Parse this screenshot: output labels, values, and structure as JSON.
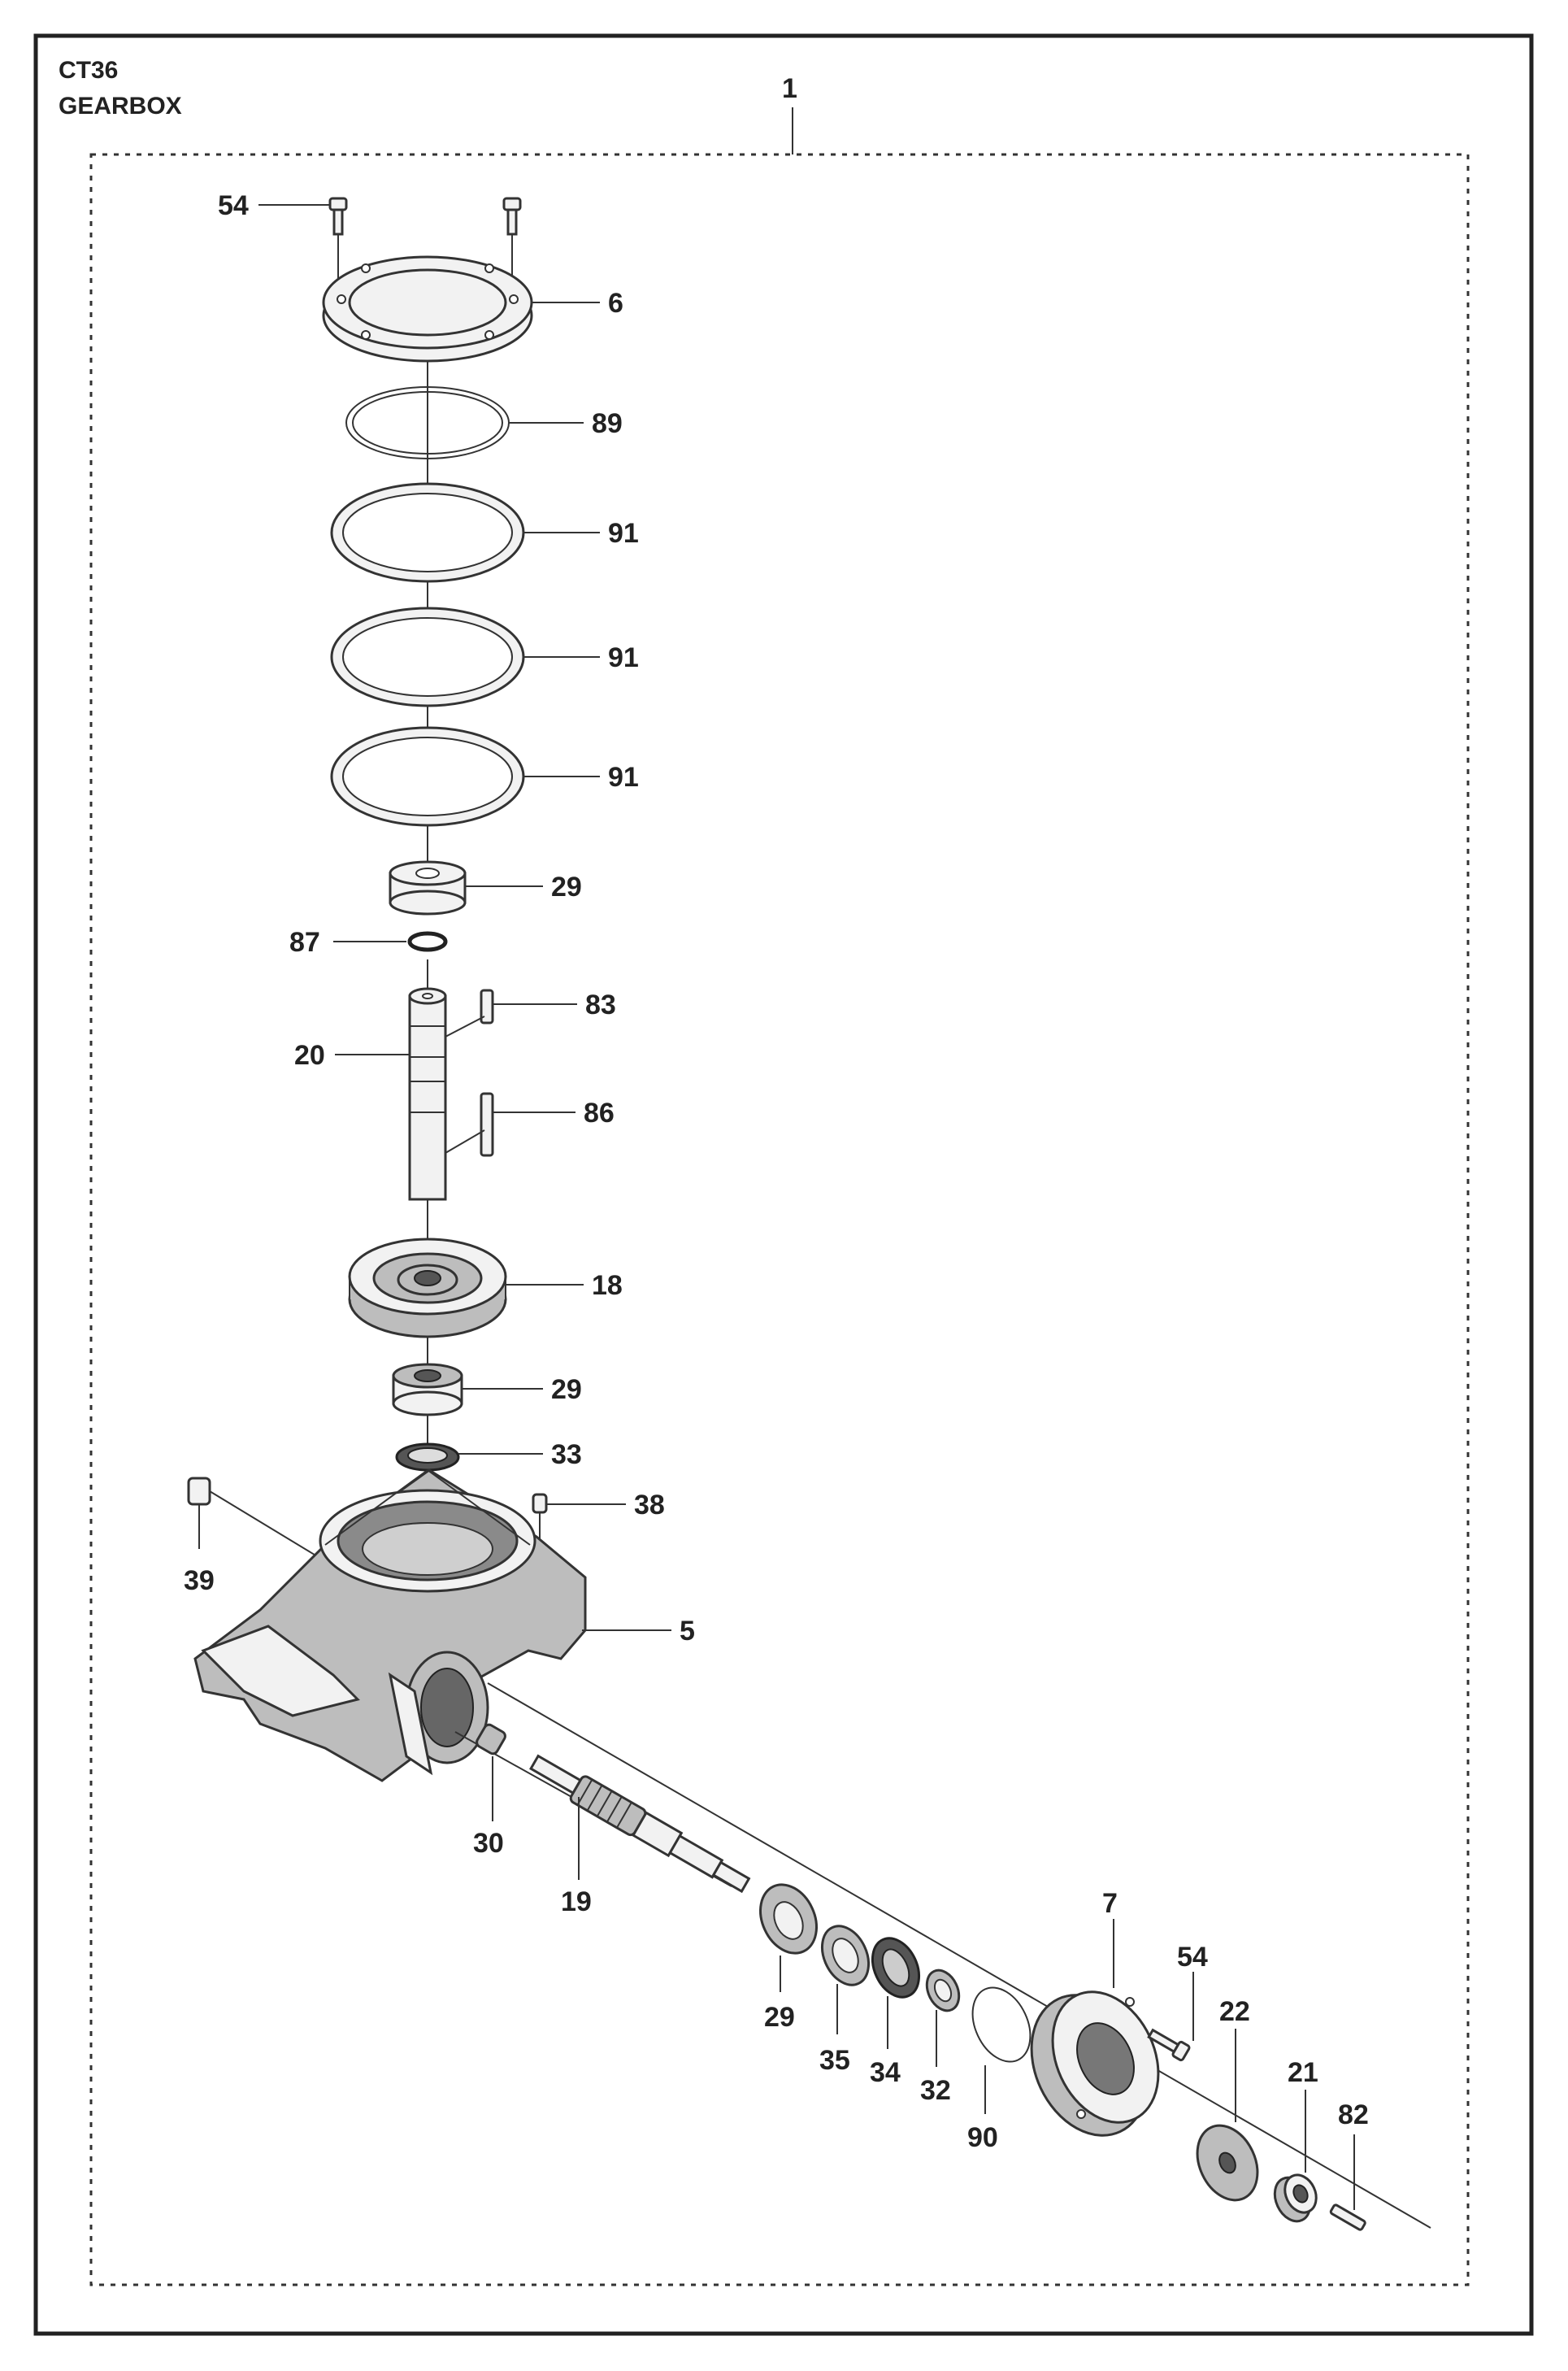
{
  "header": {
    "model": "CT36",
    "title": "GEARBOX"
  },
  "assembly_label": "1",
  "callouts": {
    "c54a": "54",
    "c6": "6",
    "c89": "89",
    "c91a": "91",
    "c91b": "91",
    "c91c": "91",
    "c29a": "29",
    "c87": "87",
    "c83": "83",
    "c20": "20",
    "c86": "86",
    "c18": "18",
    "c29b": "29",
    "c33": "33",
    "c38": "38",
    "c39": "39",
    "c5": "5",
    "c30": "30",
    "c19": "19",
    "c29c": "29",
    "c35": "35",
    "c34": "34",
    "c32": "32",
    "c90": "90",
    "c7": "7",
    "c54b": "54",
    "c22": "22",
    "c21": "21",
    "c82": "82"
  }
}
